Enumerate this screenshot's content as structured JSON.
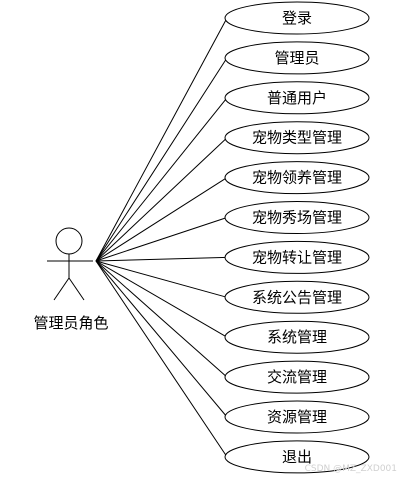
{
  "actor": {
    "label": "管理员角色"
  },
  "use_cases": [
    "登录",
    "管理员",
    "普通用户",
    "宠物类型管理",
    "宠物领养管理",
    "宠物秀场管理",
    "宠物转让管理",
    "系统公告管理",
    "系统管理",
    "交流管理",
    "资源管理",
    "退出"
  ],
  "watermark": "CSDN @MZ_ZXD001"
}
